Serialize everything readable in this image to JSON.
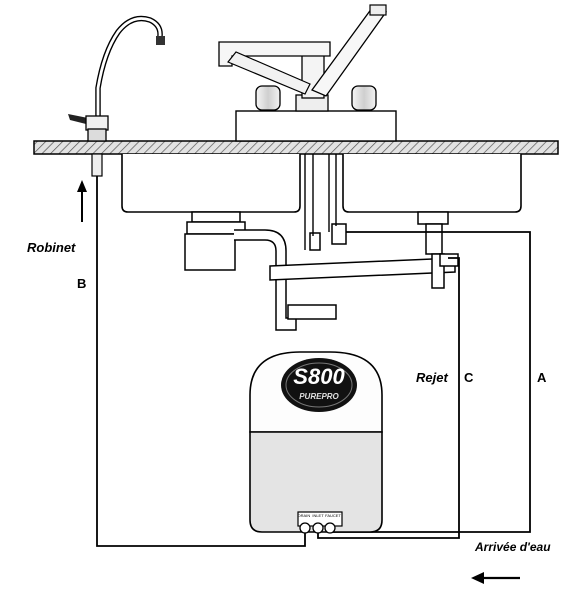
{
  "labels": {
    "robinet": "Robinet",
    "b": "B",
    "rejet": "Rejet",
    "c": "C",
    "a": "A",
    "arrivee": "Arrivée d'eau"
  },
  "unit": {
    "model": "S800",
    "brand": "PUREPRO",
    "ports": [
      "DRAIN",
      "INLET",
      "FAUCET"
    ]
  },
  "colors": {
    "line": "#000000",
    "fill": "#ffffff",
    "counter": "#dddddd",
    "housing_dark": "#e4e4e4",
    "badge": "#111111"
  }
}
